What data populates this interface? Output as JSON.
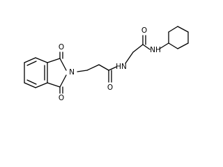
{
  "atoms": {
    "amide_o_top": "O",
    "amide_nh_right": "NH",
    "amide_nh_mid": "HN",
    "amide_o_mid": "O",
    "imide_n": "N",
    "imide_o_top": "O",
    "imide_o_bottom": "O"
  }
}
